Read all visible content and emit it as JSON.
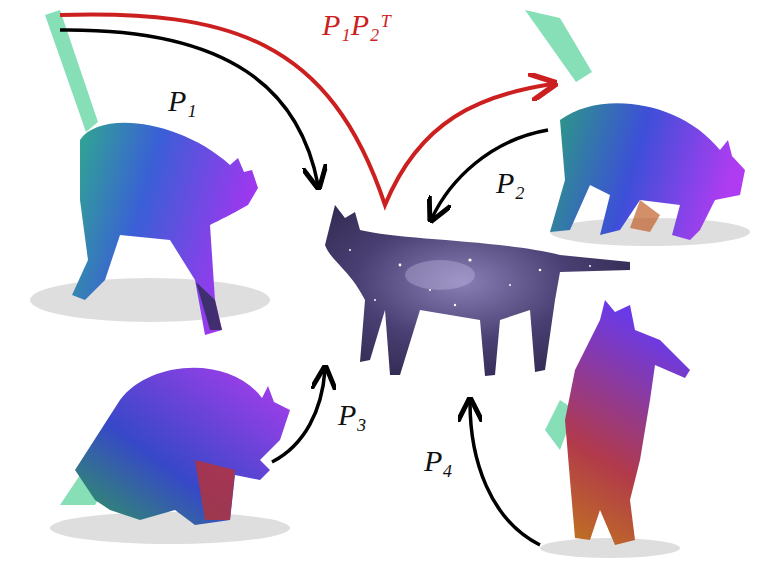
{
  "diagram": {
    "labels": [
      "P₁",
      "P₂",
      "P₃",
      "P₄",
      "P₁P₂ᵀ"
    ]
  }
}
